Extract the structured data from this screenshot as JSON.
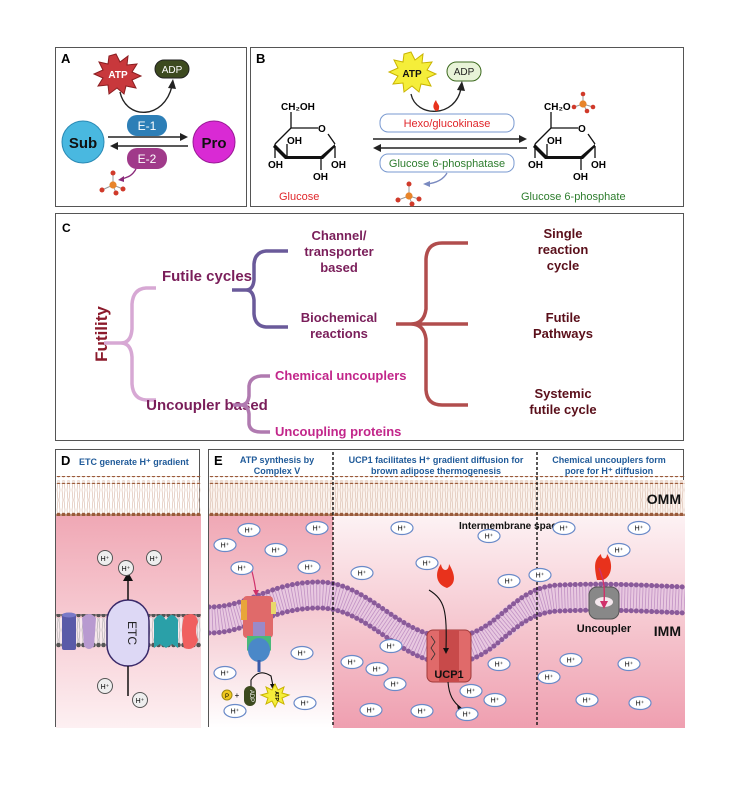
{
  "panelA": {
    "letter": "A",
    "atp": "ATP",
    "adp": "ADP",
    "enzyme1": "E-1",
    "enzyme2": "E-2",
    "substrate": "Sub",
    "product": "Pro",
    "phosphate_icon": "phosphate-icon"
  },
  "panelB": {
    "letter": "B",
    "atp": "ATP",
    "adp": "ADP",
    "forward_enzyme": "Hexo/glucokinase",
    "reverse_enzyme": "Glucose 6-phosphatase",
    "substrate_label": "Glucose",
    "product_label": "Glucose 6-phosphate",
    "glucose_top_group": "CH₂OH",
    "g6p_top_group": "CH₂O",
    "ring_o": "O",
    "oh": "OH",
    "colors": {
      "substrate": "#e0262a",
      "product": "#2e7d2e",
      "forward": "#e0262a",
      "reverse": "#2e7d2e"
    }
  },
  "panelC": {
    "letter": "C",
    "root": "Futility",
    "level1": [
      "Futile cycles",
      "Uncoupler based"
    ],
    "futile_children": [
      "Channel/ transporter based",
      "Biochemical reactions"
    ],
    "uncoupler_children": [
      "Chemical uncouplers",
      "Uncoupling proteins"
    ],
    "biochemical_children": [
      "Single reaction cycle",
      "Futile Pathways",
      "Systemic futile cycle"
    ],
    "colors": {
      "root": "#8b1a2b",
      "level1": "#7a1e5a",
      "bracket1": "#d7a8d4",
      "bracket2": "#6a5a9a",
      "bracket3": "#a83a3a",
      "uncoupler_children": "#c2268a",
      "bracket_uncoupler": "#b07ab0",
      "right_text": "#5a0f1a"
    }
  },
  "panelD": {
    "letter": "D",
    "title": "ETC generate H⁺ gradient",
    "etc_label": "ETC",
    "proton": "H⁺"
  },
  "panelE": {
    "letter": "E",
    "sections": [
      "ATP synthesis by Complex V",
      "UCP1 facilitates H⁺ gradient diffusion for brown adipose thermogenesis",
      "Chemical uncouplers form pore for H⁺ diffusion"
    ],
    "section_titles_lines": [
      [
        "ATP synthesis by",
        "Complex V"
      ],
      [
        "UCP1 facilitates H⁺ gradient diffusion for",
        "brown adipose thermogenesis"
      ],
      [
        "Chemical uncouplers form",
        "pore for H⁺ diffusion"
      ]
    ],
    "omm": "OMM",
    "imm": "IMM",
    "intermembrane": "Intermembrane space",
    "ucp1": "UCP1",
    "uncoupler": "Uncoupler",
    "proton": "H⁺",
    "adp": "ADP",
    "atp": "ATP",
    "pi": "P",
    "plus": "+"
  }
}
